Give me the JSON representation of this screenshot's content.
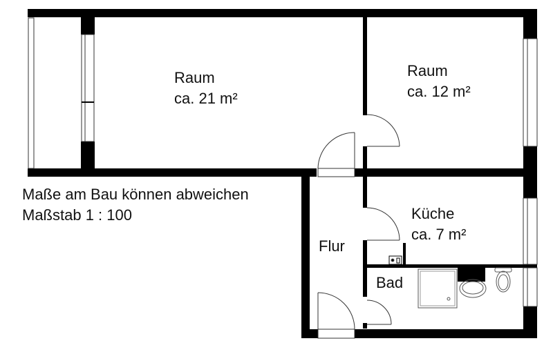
{
  "rooms": {
    "raum_large": {
      "name": "Raum",
      "area": "ca. 21 m²"
    },
    "raum_small": {
      "name": "Raum",
      "area": "ca. 12 m²"
    },
    "kueche": {
      "name": "Küche",
      "area": "ca. 7 m²"
    },
    "flur": {
      "name": "Flur"
    },
    "bad": {
      "name": "Bad"
    }
  },
  "notes": {
    "disclaimer": "Maße am Bau können abweichen",
    "scale": "Maßstab 1 : 100"
  },
  "colors": {
    "wall": "#000000",
    "background": "#ffffff",
    "line": "#333333"
  }
}
